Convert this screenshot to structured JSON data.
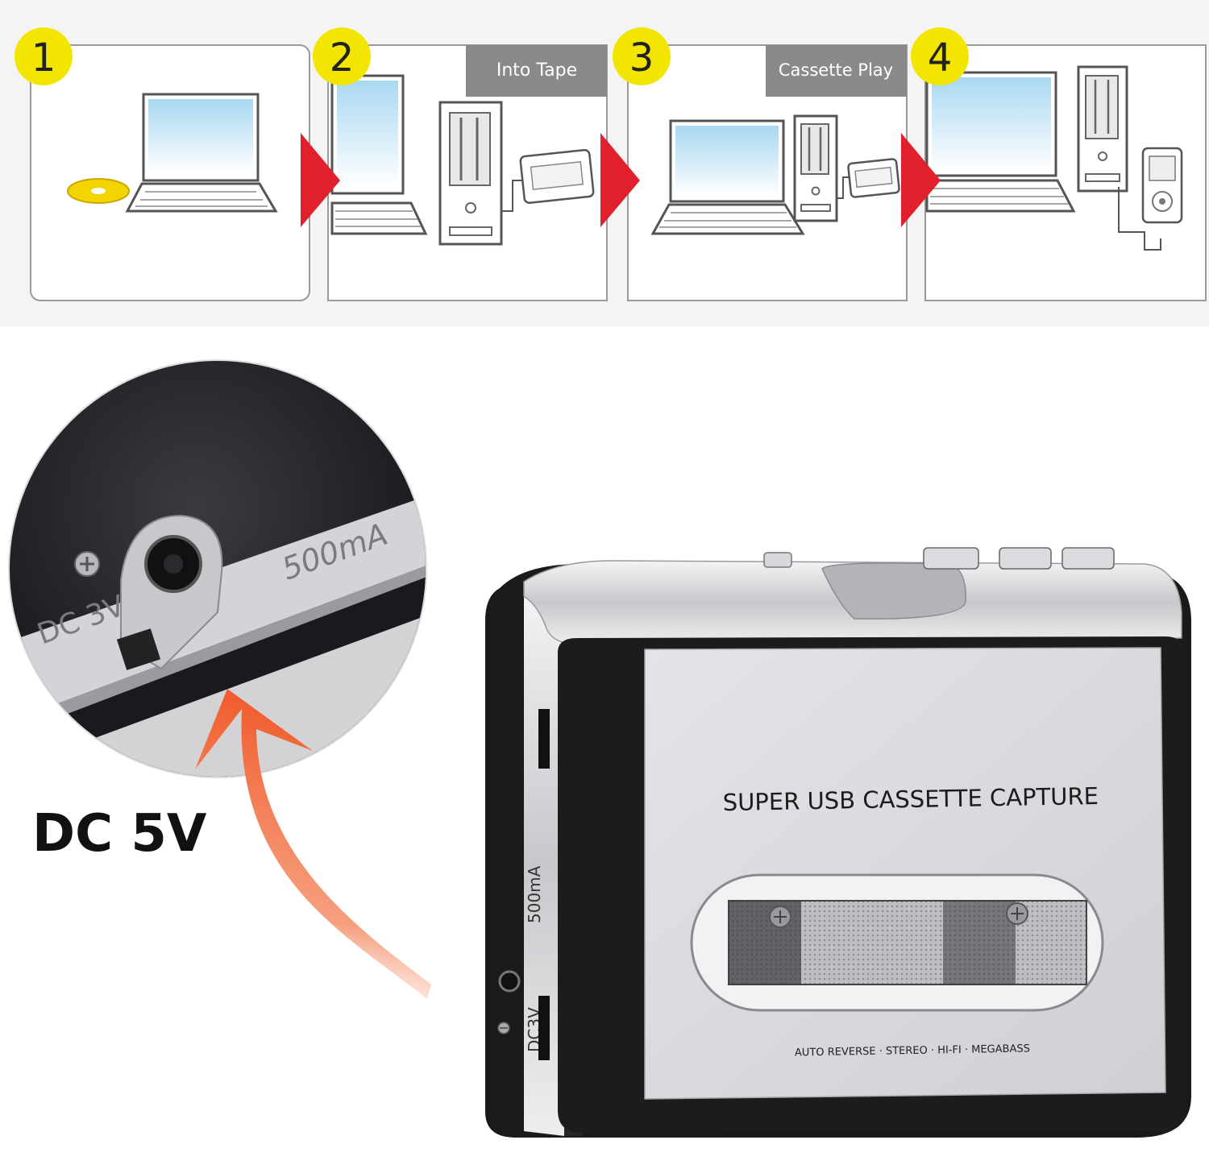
{
  "steps": [
    {
      "number": "1",
      "caption": ""
    },
    {
      "number": "2",
      "caption": "Into Tape"
    },
    {
      "number": "3",
      "caption": "Cassette Play"
    },
    {
      "number": "4",
      "caption": ""
    }
  ],
  "callout": {
    "power_label": "DC 5V",
    "port_marking": "DC 3V",
    "current_marking": "500mA"
  },
  "device": {
    "title": "SUPER USB CASSETTE CAPTURE",
    "features": "AUTO REVERSE · STEREO · HI-FI · MEGABASS",
    "side_marking": "DC3V",
    "side_current": "500mA"
  },
  "colors": {
    "step_badge": "#f2e600",
    "arrow_red": "#e0202a",
    "callout_arrow": "#f05a2a",
    "device_black": "#1a1a1a",
    "device_silver": "#d8d8dc"
  },
  "icons": [
    "cd-icon",
    "laptop-icon",
    "desktop-tower-icon",
    "cassette-player-icon",
    "music-player-icon",
    "play-arrow-icon"
  ]
}
